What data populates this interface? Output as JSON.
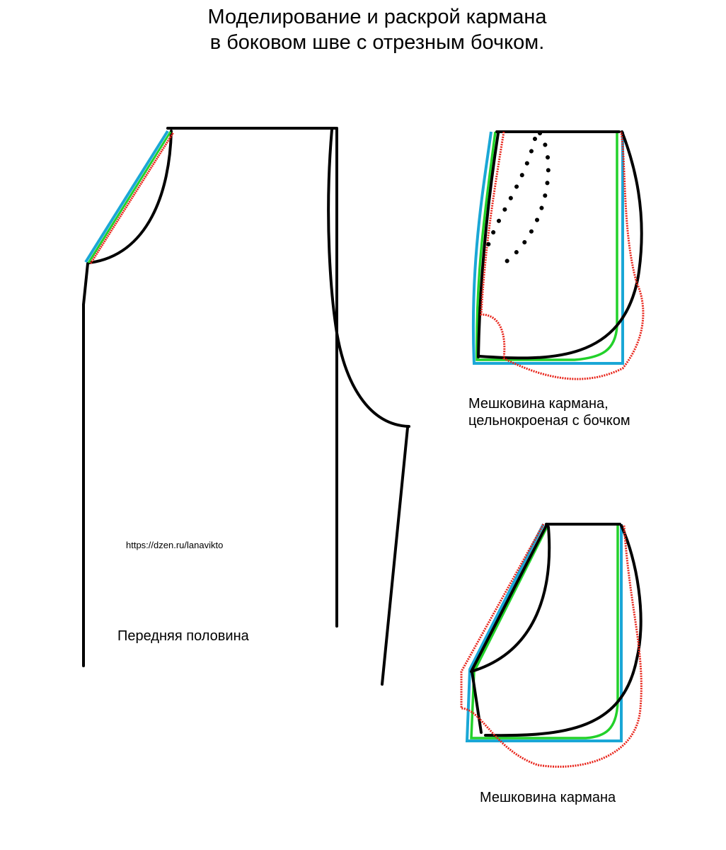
{
  "title": {
    "line1": "Моделирование и раскрой кармана",
    "line2": "в боковом шве с отрезным бочком."
  },
  "labels": {
    "front_half": "Передняя половина",
    "url": "https://dzen.ru/lanavikto",
    "pocket_with_side": "Мешковина кармана,",
    "pocket_with_side_2": "цельнокроеная с бочком",
    "pocket": "Мешковина кармана"
  },
  "colors": {
    "outline": "#000000",
    "blue": "#1aa7d6",
    "green": "#22d12a",
    "red": "#e8241a"
  }
}
